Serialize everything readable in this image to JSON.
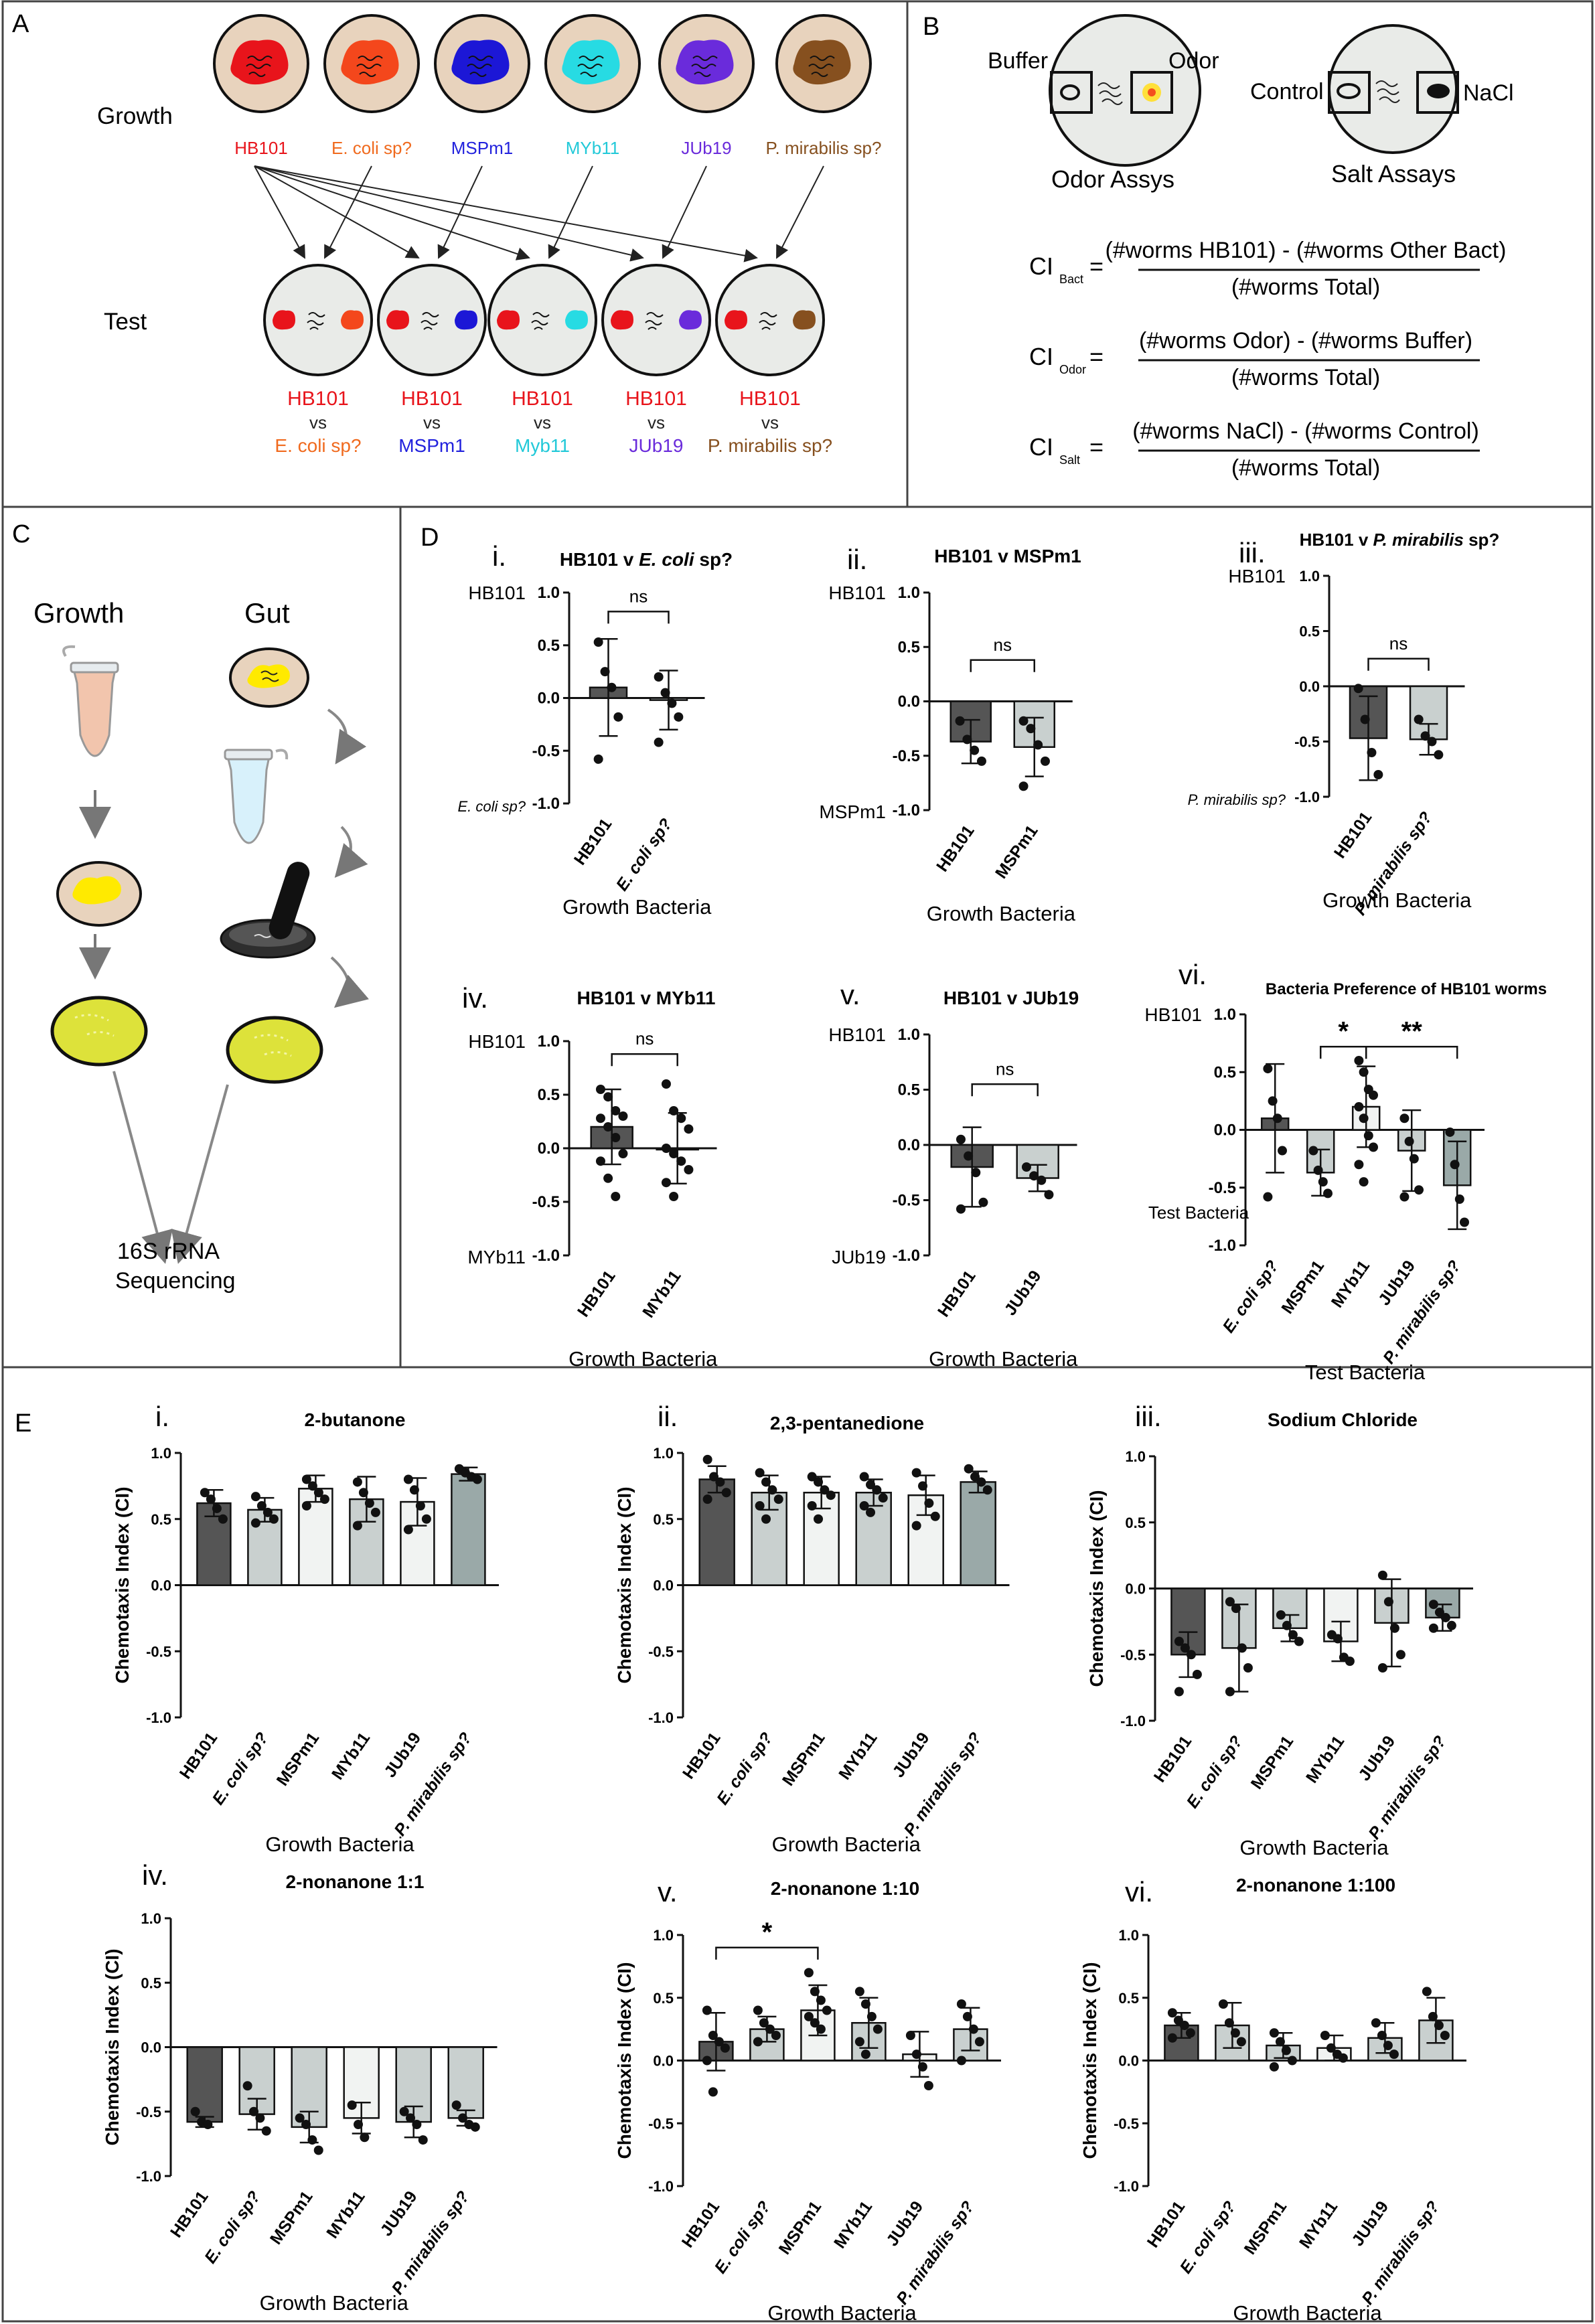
{
  "panels": {
    "A": {
      "letter": "A",
      "growth_label": "Growth",
      "test_label": "Test",
      "bacteria": [
        {
          "name": "HB101",
          "color": "#e8141b",
          "label_color": "#e8141b"
        },
        {
          "name": "E. coli sp?",
          "color": "#f4471c",
          "label_color": "#f06a1e"
        },
        {
          "name": "MSPm1",
          "color": "#1c17d6",
          "label_color": "#2222dd"
        },
        {
          "name": "MYb11",
          "color": "#27dbe3",
          "label_color": "#22c9d8"
        },
        {
          "name": "JUb19",
          "color": "#6a2bdb",
          "label_color": "#6a2bdb"
        },
        {
          "name": "P. mirabilis sp?",
          "color": "#86501f",
          "label_color": "#86501f"
        }
      ],
      "tests": [
        {
          "top": "HB101",
          "vs": "vs",
          "bottom": "E. coli sp?",
          "bottom_color": "#f06a1e",
          "right_color": "#f4471c"
        },
        {
          "top": "HB101",
          "vs": "vs",
          "bottom": "MSPm1",
          "bottom_color": "#2222dd",
          "right_color": "#1c17d6"
        },
        {
          "top": "HB101",
          "vs": "vs",
          "bottom": "Myb11",
          "bottom_color": "#22c9d8",
          "right_color": "#27dbe3"
        },
        {
          "top": "HB101",
          "vs": "vs",
          "bottom": "JUb19",
          "bottom_color": "#6a2bdb",
          "right_color": "#6a2bdb"
        },
        {
          "top": "HB101",
          "vs": "vs",
          "bottom": "P. mirabilis sp?",
          "bottom_color": "#86501f",
          "right_color": "#86501f"
        }
      ]
    },
    "B": {
      "letter": "B",
      "odor": {
        "left": "Buffer",
        "right": "Odor",
        "caption": "Odor Assys"
      },
      "salt": {
        "left": "Control",
        "right": "NaCl",
        "caption": "Salt Assays"
      },
      "equations": [
        {
          "ci": "CI",
          "sub": "Bact",
          "eq": "=",
          "numerator": "(#worms HB101) - (#worms Other Bact)",
          "denominator": "(#worms Total)"
        },
        {
          "ci": "CI",
          "sub": "Odor",
          "eq": "=",
          "numerator": "(#worms Odor) - (#worms Buffer)",
          "denominator": "(#worms Total)"
        },
        {
          "ci": "CI",
          "sub": "Salt",
          "eq": "=",
          "numerator": "(#worms NaCl) - (#worms Control)",
          "denominator": "(#worms Total)"
        }
      ]
    },
    "C": {
      "letter": "C",
      "growth": "Growth",
      "gut": "Gut",
      "result_line1": "16S rRNA",
      "result_line2": "Sequencing"
    },
    "D": {
      "letter": "D"
    },
    "E": {
      "letter": "E"
    }
  },
  "chart_data": [
    {
      "id": "D-i",
      "roman": "i.",
      "type": "bar",
      "title_plain": "HB101 v ",
      "title_italic": "E. coli",
      "title_tail": " sp?",
      "ylabel_top": "HB101",
      "ylabel_bottom": "E. coli sp?",
      "ylim": [
        -1,
        1
      ],
      "yticks": [
        "1.0",
        "0.5",
        "0.0",
        "-0.5",
        "-1.0"
      ],
      "xlabel": "Growth Bacteria",
      "categories": [
        "HB101",
        "E. coli sp?"
      ],
      "values": [
        0.1,
        -0.02
      ],
      "err": [
        0.46,
        0.28
      ],
      "points": [
        [
          0.53,
          0.25,
          0.1,
          -0.18,
          -0.58
        ],
        [
          0.2,
          0.05,
          -0.05,
          -0.18,
          -0.42
        ]
      ],
      "sig": [
        {
          "from": 0,
          "to": 1,
          "text": "ns",
          "y": 0.82
        }
      ],
      "fills": [
        "#555",
        "#c9d0cf"
      ]
    },
    {
      "id": "D-ii",
      "roman": "ii.",
      "type": "bar",
      "title_plain": "HB101 v MSPm1",
      "ylabel_top": "HB101",
      "ylabel_bottom": "MSPm1",
      "ylim": [
        -1,
        1
      ],
      "yticks": [
        "1.0",
        "0.5",
        "0.0",
        "-0.5",
        "-1.0"
      ],
      "xlabel": "Growth Bacteria",
      "categories": [
        "HB101",
        "MSPm1"
      ],
      "values": [
        -0.37,
        -0.42
      ],
      "err": [
        0.2,
        0.27
      ],
      "points": [
        [
          -0.18,
          -0.35,
          -0.45,
          -0.55
        ],
        [
          -0.18,
          -0.25,
          -0.4,
          -0.55,
          -0.78
        ]
      ],
      "sig": [
        {
          "from": 0,
          "to": 1,
          "text": "ns",
          "y": 0.38
        }
      ],
      "fills": [
        "#555",
        "#c9d0cf"
      ]
    },
    {
      "id": "D-iii",
      "roman": "iii.",
      "type": "bar",
      "title_plain": "HB101 v ",
      "title_italic": "P. mirabilis",
      "title_tail": " sp?",
      "ylabel_top": "HB101",
      "ylabel_bottom": "P. mirabilis sp?",
      "ylim": [
        -1,
        1
      ],
      "yticks": [
        "1.0",
        "0.5",
        "0.0",
        "-0.5",
        "-1.0"
      ],
      "xlabel": "Growth Bacteria",
      "categories": [
        "HB101",
        "P. mirabilis sp?"
      ],
      "values": [
        -0.47,
        -0.48
      ],
      "err": [
        0.38,
        0.14
      ],
      "points": [
        [
          -0.02,
          -0.3,
          -0.6,
          -0.8
        ],
        [
          -0.3,
          -0.45,
          -0.5,
          -0.62
        ]
      ],
      "sig": [
        {
          "from": 0,
          "to": 1,
          "text": "ns",
          "y": 0.25
        }
      ],
      "fills": [
        "#555",
        "#c9d0cf"
      ]
    },
    {
      "id": "D-iv",
      "roman": "iv.",
      "type": "bar",
      "title_plain": "HB101 v MYb11",
      "ylabel_top": "HB101",
      "ylabel_bottom": "MYb11",
      "ylim": [
        -1,
        1
      ],
      "yticks": [
        "1.0",
        "0.5",
        "0.0",
        "-0.5",
        "-1.0"
      ],
      "xlabel": "Growth Bacteria",
      "categories": [
        "HB101",
        "MYb11"
      ],
      "values": [
        0.2,
        0.0
      ],
      "err": [
        0.35,
        0.33
      ],
      "points": [
        [
          0.55,
          0.48,
          0.35,
          0.3,
          0.28,
          0.2,
          0.1,
          -0.05,
          -0.12,
          -0.28,
          -0.45
        ],
        [
          0.6,
          0.35,
          0.28,
          0.18,
          0.0,
          -0.05,
          -0.12,
          -0.2,
          -0.32,
          -0.45
        ]
      ],
      "sig": [
        {
          "from": 0,
          "to": 1,
          "text": "ns",
          "y": 0.88
        }
      ],
      "fills": [
        "#555",
        "#c9d0cf"
      ]
    },
    {
      "id": "D-v",
      "roman": "v.",
      "type": "bar",
      "title_plain": "HB101 v JUb19",
      "ylabel_top": "HB101",
      "ylabel_bottom": "JUb19",
      "ylim": [
        -1,
        1
      ],
      "yticks": [
        "1.0",
        "0.5",
        "0.0",
        "-0.5",
        "-1.0"
      ],
      "xlabel": "Growth Bacteria",
      "categories": [
        "HB101",
        "JUb19"
      ],
      "values": [
        -0.2,
        -0.3
      ],
      "err": [
        0.36,
        0.12
      ],
      "points": [
        [
          0.05,
          -0.1,
          -0.25,
          -0.52,
          -0.58
        ],
        [
          -0.2,
          -0.28,
          -0.32,
          -0.45
        ]
      ],
      "sig": [
        {
          "from": 0,
          "to": 1,
          "text": "ns",
          "y": 0.55
        }
      ],
      "fills": [
        "#555",
        "#c9d0cf"
      ]
    },
    {
      "id": "D-vi",
      "roman": "vi.",
      "type": "bar",
      "title_plain": "Bacteria Preference of HB101 worms",
      "ylabel_top": "HB101",
      "ylabel_bottom": "Test Bacteria",
      "ylim": [
        -1,
        1
      ],
      "yticks": [
        "1.0",
        "0.5",
        "0.0",
        "-0.5",
        "-1.0"
      ],
      "xlabel": "Test Bacteria",
      "categories": [
        "E. coli sp?",
        "MSPm1",
        "MYb11",
        "JUb19",
        "P. mirabilis sp?"
      ],
      "values": [
        0.1,
        -0.37,
        0.2,
        -0.18,
        -0.48
      ],
      "err": [
        0.47,
        0.2,
        0.35,
        0.35,
        0.38
      ],
      "points": [
        [
          0.53,
          0.25,
          0.1,
          -0.18,
          -0.58
        ],
        [
          -0.18,
          -0.35,
          -0.45,
          -0.55
        ],
        [
          0.6,
          0.5,
          0.35,
          0.3,
          0.2,
          0.1,
          -0.05,
          -0.15,
          -0.3,
          -0.45
        ],
        [
          0.1,
          -0.1,
          -0.25,
          -0.52,
          -0.58
        ],
        [
          -0.02,
          -0.3,
          -0.6,
          -0.8
        ]
      ],
      "sig": [
        {
          "from": 1,
          "to": 2,
          "text": "*",
          "y": 0.72
        },
        {
          "from": 2,
          "to": 4,
          "text": "**",
          "y": 0.72
        }
      ],
      "fills": [
        "#555",
        "#c9d0cf",
        "#f1f3f2",
        "#c9d0cf",
        "#9aa9a8"
      ]
    },
    {
      "id": "E-i",
      "roman": "i.",
      "type": "bar",
      "title_plain": "2-butanone",
      "ylabel": "Chemotaxis Index (CI)",
      "ylim": [
        -1,
        1
      ],
      "yticks": [
        "1.0",
        "0.5",
        "0.0",
        "-0.5",
        "-1.0"
      ],
      "xlabel": "Growth Bacteria",
      "categories": [
        "HB101",
        "E. coli sp?",
        "MSPm1",
        "MYb11",
        "JUb19",
        "P. mirabilis sp?"
      ],
      "values": [
        0.62,
        0.57,
        0.73,
        0.65,
        0.63,
        0.84
      ],
      "err": [
        0.1,
        0.09,
        0.1,
        0.17,
        0.18,
        0.05
      ],
      "points": [
        [
          0.7,
          0.65,
          0.58,
          0.5
        ],
        [
          0.67,
          0.6,
          0.55,
          0.5,
          0.47
        ],
        [
          0.8,
          0.75,
          0.7,
          0.65,
          0.6
        ],
        [
          0.78,
          0.7,
          0.62,
          0.55,
          0.45
        ],
        [
          0.8,
          0.72,
          0.6,
          0.5,
          0.42
        ],
        [
          0.88,
          0.85,
          0.82,
          0.8
        ]
      ],
      "sig": [],
      "fills": [
        "#555",
        "#c9d0cf",
        "#f1f3f2",
        "#c9d0cf",
        "#f1f3f2",
        "#9aa9a8"
      ]
    },
    {
      "id": "E-ii",
      "roman": "ii.",
      "type": "bar",
      "title_plain": "2,3-pentanedione",
      "ylabel": "Chemotaxis Index (CI)",
      "ylim": [
        -1,
        1
      ],
      "yticks": [
        "1.0",
        "0.5",
        "0.0",
        "-0.5",
        "-1.0"
      ],
      "xlabel": "Growth Bacteria",
      "categories": [
        "HB101",
        "E. coli sp?",
        "MSPm1",
        "MYb11",
        "JUb19",
        "P. mirabilis sp?"
      ],
      "values": [
        0.8,
        0.7,
        0.7,
        0.7,
        0.68,
        0.78
      ],
      "err": [
        0.1,
        0.13,
        0.12,
        0.1,
        0.15,
        0.08
      ],
      "points": [
        [
          0.95,
          0.82,
          0.78,
          0.7,
          0.65
        ],
        [
          0.85,
          0.78,
          0.72,
          0.65,
          0.6,
          0.5
        ],
        [
          0.82,
          0.78,
          0.72,
          0.68,
          0.6,
          0.5
        ],
        [
          0.82,
          0.76,
          0.72,
          0.66,
          0.6,
          0.55
        ],
        [
          0.85,
          0.75,
          0.62,
          0.52,
          0.45
        ],
        [
          0.88,
          0.82,
          0.78,
          0.72
        ]
      ],
      "sig": [],
      "fills": [
        "#555",
        "#c9d0cf",
        "#f1f3f2",
        "#c9d0cf",
        "#f1f3f2",
        "#9aa9a8"
      ]
    },
    {
      "id": "E-iii",
      "roman": "iii.",
      "type": "bar",
      "title_plain": "Sodium Chloride",
      "ylabel": "Chemotaxis Index (CI)",
      "ylim": [
        -1,
        1
      ],
      "yticks": [
        "1.0",
        "0.5",
        "0.0",
        "-0.5",
        "-1.0"
      ],
      "xlabel": "Growth Bacteria",
      "categories": [
        "HB101",
        "E. coli sp?",
        "MSPm1",
        "MYb11",
        "JUb19",
        "P. mirabilis sp?"
      ],
      "values": [
        -0.5,
        -0.45,
        -0.3,
        -0.4,
        -0.26,
        -0.22
      ],
      "err": [
        0.17,
        0.33,
        0.1,
        0.15,
        0.33,
        0.1
      ],
      "points": [
        [
          -0.4,
          -0.45,
          -0.5,
          -0.65,
          -0.78
        ],
        [
          -0.1,
          -0.15,
          -0.45,
          -0.6,
          -0.78
        ],
        [
          -0.2,
          -0.28,
          -0.35,
          -0.4
        ],
        [
          -0.35,
          -0.38,
          -0.52,
          -0.55
        ],
        [
          0.1,
          -0.1,
          -0.3,
          -0.5,
          -0.6
        ],
        [
          -0.12,
          -0.18,
          -0.22,
          -0.28,
          -0.3
        ]
      ],
      "sig": [],
      "fills": [
        "#555",
        "#c9d0cf",
        "#c9d0cf",
        "#f1f3f2",
        "#c9d0cf",
        "#9aa9a8"
      ]
    },
    {
      "id": "E-iv",
      "roman": "iv.",
      "type": "bar",
      "title_plain": "2-nonanone 1:1",
      "ylabel": "Chemotaxis Index (CI)",
      "ylim": [
        -1,
        1
      ],
      "yticks": [
        "1.0",
        "0.5",
        "0.0",
        "-0.5",
        "-1.0"
      ],
      "xlabel": "Growth Bacteria",
      "categories": [
        "HB101",
        "E. coli sp?",
        "MSPm1",
        "MYb11",
        "JUb19",
        "P. mirabilis sp?"
      ],
      "values": [
        -0.58,
        -0.52,
        -0.62,
        -0.55,
        -0.58,
        -0.55
      ],
      "err": [
        0.04,
        0.12,
        0.12,
        0.12,
        0.12,
        0.06
      ],
      "points": [
        [
          -0.5,
          -0.58,
          -0.6
        ],
        [
          -0.3,
          -0.5,
          -0.55,
          -0.65
        ],
        [
          -0.55,
          -0.6,
          -0.72,
          -0.8
        ],
        [
          -0.45,
          -0.6,
          -0.7
        ],
        [
          -0.5,
          -0.55,
          -0.6,
          -0.72
        ],
        [
          -0.45,
          -0.55,
          -0.6,
          -0.62
        ]
      ],
      "sig": [],
      "fills": [
        "#555",
        "#c9d0cf",
        "#c9d0cf",
        "#f1f3f2",
        "#c9d0cf",
        "#c9d0cf"
      ]
    },
    {
      "id": "E-v",
      "roman": "v.",
      "type": "bar",
      "title_plain": "2-nonanone 1:10",
      "ylabel": "Chemotaxis Index (CI)",
      "ylim": [
        -1,
        1
      ],
      "yticks": [
        "1.0",
        "0.5",
        "0.0",
        "-0.5",
        "-1.0"
      ],
      "xlabel": "Growth Bacteria",
      "categories": [
        "HB101",
        "E. coli sp?",
        "MSPm1",
        "MYb11",
        "JUb19",
        "P. mirabilis sp?"
      ],
      "values": [
        0.15,
        0.25,
        0.4,
        0.3,
        0.05,
        0.25
      ],
      "err": [
        0.23,
        0.1,
        0.2,
        0.2,
        0.18,
        0.17
      ],
      "points": [
        [
          0.4,
          0.2,
          0.15,
          0.1,
          0.0,
          -0.25
        ],
        [
          0.4,
          0.3,
          0.25,
          0.2,
          0.15
        ],
        [
          0.7,
          0.55,
          0.48,
          0.4,
          0.35,
          0.3,
          0.25
        ],
        [
          0.55,
          0.45,
          0.35,
          0.25,
          0.15,
          0.05
        ],
        [
          0.2,
          0.05,
          -0.05,
          -0.2
        ],
        [
          0.45,
          0.35,
          0.25,
          0.15,
          0.0
        ]
      ],
      "sig": [
        {
          "from": 0,
          "to": 2,
          "text": "*",
          "y": 0.9
        }
      ],
      "fills": [
        "#555",
        "#c9d0cf",
        "#f1f3f2",
        "#c9d0cf",
        "#f1f3f2",
        "#c9d0cf"
      ]
    },
    {
      "id": "E-vi",
      "roman": "vi.",
      "type": "bar",
      "title_plain": "2-nonanone 1:100",
      "ylabel": "Chemotaxis Index (CI)",
      "ylim": [
        -1,
        1
      ],
      "yticks": [
        "1.0",
        "0.5",
        "0.0",
        "-0.5",
        "-1.0"
      ],
      "xlabel": "Growth Bacteria",
      "categories": [
        "HB101",
        "E. coli sp?",
        "MSPm1",
        "MYb11",
        "JUb19",
        "P. mirabilis sp?"
      ],
      "values": [
        0.28,
        0.28,
        0.12,
        0.1,
        0.18,
        0.32
      ],
      "err": [
        0.1,
        0.18,
        0.1,
        0.1,
        0.12,
        0.18
      ],
      "points": [
        [
          0.38,
          0.32,
          0.28,
          0.22,
          0.18
        ],
        [
          0.45,
          0.3,
          0.22,
          0.15
        ],
        [
          0.22,
          0.15,
          0.08,
          0.0,
          -0.05
        ],
        [
          0.2,
          0.1,
          0.05,
          0.02
        ],
        [
          0.3,
          0.2,
          0.12,
          0.05
        ],
        [
          0.55,
          0.35,
          0.28,
          0.2
        ]
      ],
      "sig": [],
      "fills": [
        "#555",
        "#c9d0cf",
        "#c9d0cf",
        "#f1f3f2",
        "#c9d0cf",
        "#c9d0cf"
      ]
    }
  ]
}
